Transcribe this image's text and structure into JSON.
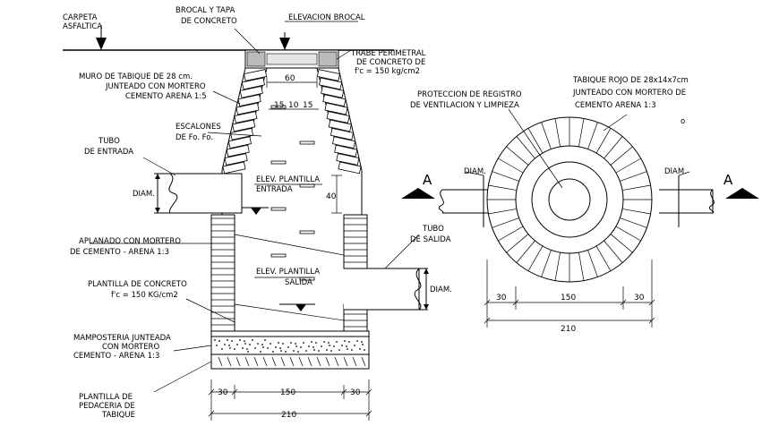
{
  "section": {
    "labels": {
      "carpeta": [
        "CARPETA",
        "ASFALTICA"
      ],
      "brocal": [
        "BROCAL Y TAPA",
        "DE CONCRETO"
      ],
      "elev_brocal": "ELEVACION BROCAL",
      "trabe": [
        "TRABE PERIMETRAL",
        "DE CONCRETO DE",
        "f'c = 150 kg/cm2"
      ],
      "muro": [
        "MURO DE TABIQUE DE 28 cm.",
        "JUNTEADO CON MORTERO",
        "CEMENTO ARENA 1:5"
      ],
      "escalones": [
        "ESCALONES",
        "DE Fo. Fo."
      ],
      "tubo_entrada": [
        "TUBO",
        "DE ENTRADA"
      ],
      "diam_left": "DIAM.",
      "elev_entrada": [
        "ELEV. PLANTILLA",
        "ENTRADA"
      ],
      "aplanado": [
        "APLANADO CON MORTERO",
        "DE CEMENTO - ARENA 1:3"
      ],
      "tubo_salida": [
        "TUBO",
        "DE SALIDA"
      ],
      "elev_salida": [
        "ELEV. PLANTILLA",
        "SALIDA"
      ],
      "diam_right": "DIAM.",
      "plantilla_concreto": [
        "PLANTILLA DE CONCRETO",
        "f'c = 150 KG/cm2"
      ],
      "mamposteria": [
        "MAMPOSTERIA JUNTEADA",
        "CON MORTERO",
        "CEMENTO - ARENA 1:3"
      ],
      "pedaceria": [
        "PLANTILLA DE",
        "PEDACERIA DE",
        "TABIQUE"
      ]
    },
    "dims": {
      "top_width": "60",
      "steps": [
        "15",
        "10",
        "15"
      ],
      "side": "40",
      "bottom": [
        "30",
        "150",
        "30"
      ],
      "total": "210"
    }
  },
  "plan": {
    "labels": {
      "proteccion": [
        "PROTECCION DE REGISTRO",
        "DE VENTILACION Y LIMPIEZA"
      ],
      "tabique": [
        "TABIQUE ROJO DE 28x14x7cm",
        "JUNTEADO CON MORTERO DE",
        "CEMENTO ARENA 1:3"
      ],
      "circle_mark": "o",
      "diam_left": "DIAM.",
      "diam_right": "DIAM.",
      "cut_left": "A",
      "cut_right": "A"
    },
    "dims": {
      "parts": [
        "30",
        "150",
        "30"
      ],
      "total": "210"
    }
  }
}
